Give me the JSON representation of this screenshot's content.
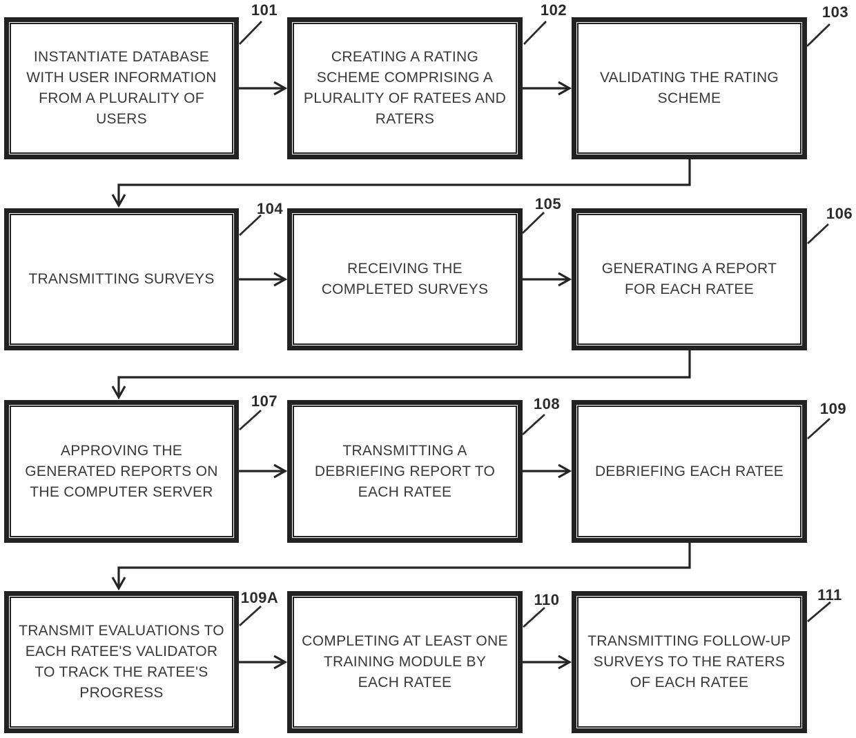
{
  "diagram": {
    "type": "flowchart",
    "colors": {
      "ink": "#242424",
      "background": "#ffffff"
    },
    "nodes": [
      {
        "ref": "101",
        "label": "INSTANTIATE DATABASE WITH USER INFORMATION FROM A PLURALITY OF USERS"
      },
      {
        "ref": "102",
        "label": "CREATING A RATING SCHEME COMPRISING A PLURALITY OF RATEES AND RATERS"
      },
      {
        "ref": "103",
        "label": "VALIDATING THE RATING SCHEME"
      },
      {
        "ref": "104",
        "label": "TRANSMITTING SURVEYS"
      },
      {
        "ref": "105",
        "label": "RECEIVING THE COMPLETED SURVEYS"
      },
      {
        "ref": "106",
        "label": "GENERATING A REPORT FOR EACH RATEE"
      },
      {
        "ref": "107",
        "label": "APPROVING THE GENERATED REPORTS ON THE COMPUTER SERVER"
      },
      {
        "ref": "108",
        "label": "TRANSMITTING A DEBRIEFING REPORT TO EACH RATEE"
      },
      {
        "ref": "109",
        "label": "DEBRIEFING EACH RATEE"
      },
      {
        "ref": "109A",
        "label": "TRANSMIT EVALUATIONS TO EACH RATEE'S VALIDATOR TO TRACK THE RATEE'S PROGRESS"
      },
      {
        "ref": "110",
        "label": "COMPLETING AT LEAST ONE TRAINING MODULE BY EACH RATEE"
      },
      {
        "ref": "111",
        "label": "TRANSMITTING FOLLOW-UP SURVEYS TO THE RATERS OF EACH RATEE"
      }
    ],
    "edges": [
      {
        "from": "101",
        "to": "102"
      },
      {
        "from": "102",
        "to": "103"
      },
      {
        "from": "103",
        "to": "104"
      },
      {
        "from": "104",
        "to": "105"
      },
      {
        "from": "105",
        "to": "106"
      },
      {
        "from": "106",
        "to": "107"
      },
      {
        "from": "107",
        "to": "108"
      },
      {
        "from": "108",
        "to": "109"
      },
      {
        "from": "109",
        "to": "109A"
      },
      {
        "from": "109A",
        "to": "110"
      },
      {
        "from": "110",
        "to": "111"
      }
    ]
  }
}
